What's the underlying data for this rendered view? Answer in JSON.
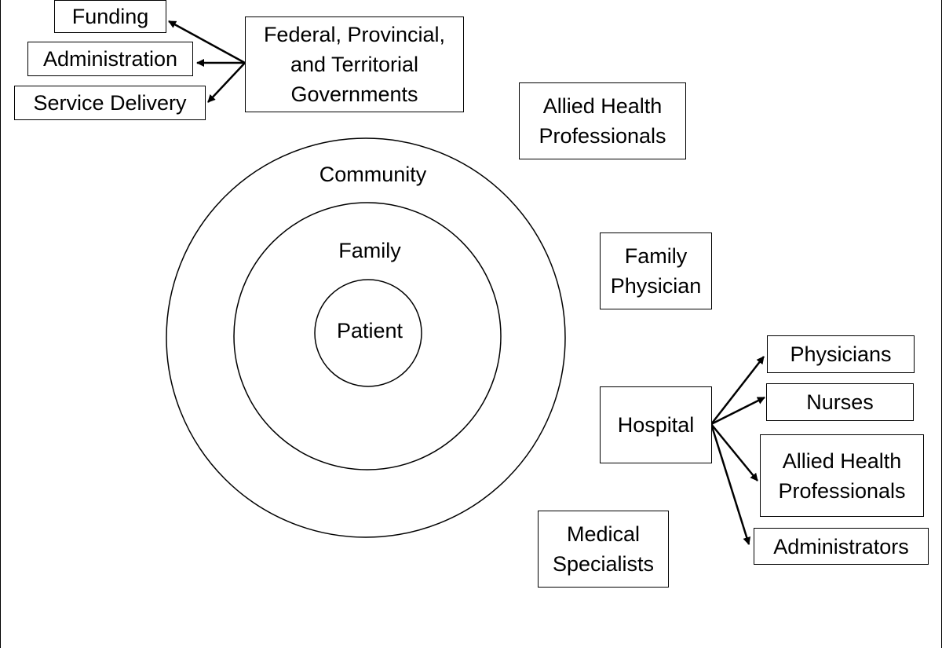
{
  "diagram": {
    "circles": {
      "community": "Community",
      "family": "Family",
      "patient": "Patient"
    },
    "government": {
      "line1": "Federal, Provincial,",
      "line2": "and Territorial",
      "line3": "Governments"
    },
    "roles": {
      "funding": "Funding",
      "administration": "Administration",
      "service_delivery": "Service Delivery"
    },
    "allied_health_top": {
      "line1": "Allied Health",
      "line2": "Professionals"
    },
    "family_physician": {
      "line1": "Family",
      "line2": "Physician"
    },
    "hospital": "Hospital",
    "hospital_staff": {
      "physicians": "Physicians",
      "nurses": "Nurses",
      "allied_line1": "Allied Health",
      "allied_line2": "Professionals",
      "administrators": "Administrators"
    },
    "medical_specialists": {
      "line1": "Medical",
      "line2": "Specialists"
    }
  }
}
